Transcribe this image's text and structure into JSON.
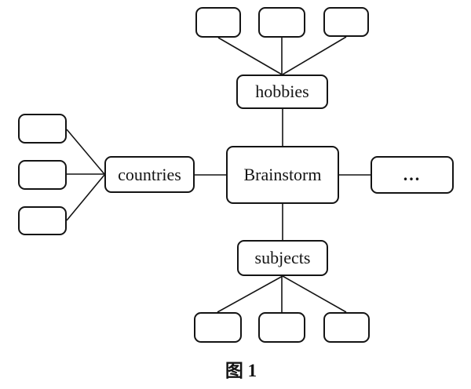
{
  "diagram": {
    "type": "mind-map",
    "center": {
      "label": "Brainstorm"
    },
    "branches": {
      "top": {
        "label": "hobbies",
        "empty_children": 3
      },
      "left": {
        "label": "countries",
        "empty_children": 3
      },
      "right": {
        "label": "...",
        "empty_children": 0
      },
      "bottom": {
        "label": "subjects",
        "empty_children": 3
      }
    },
    "caption": "图 1",
    "colors": {
      "stroke": "#141414",
      "background": "#ffffff"
    }
  }
}
